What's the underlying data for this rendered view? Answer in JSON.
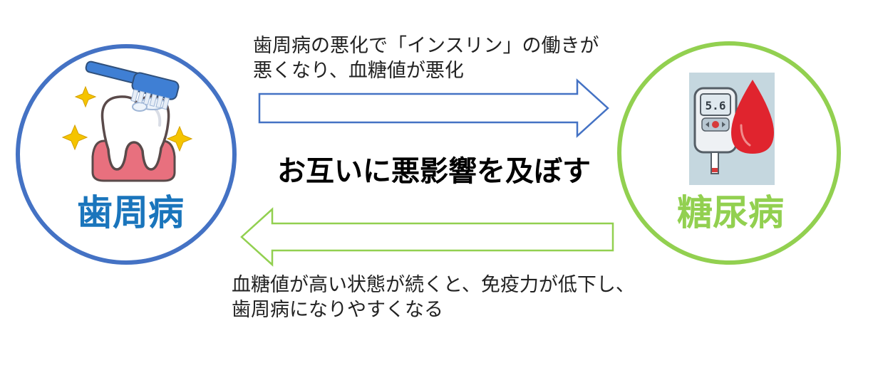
{
  "nodes": {
    "periodontal": {
      "label": "歯周病",
      "color": "#1a75bc",
      "ring_color": "#4472c4"
    },
    "diabetes": {
      "label": "糖尿病",
      "color": "#92d050",
      "ring_color": "#92d050"
    }
  },
  "arrows": {
    "top": {
      "line1": "歯周病の悪化で「インスリン」の働きが",
      "line2": "悪くなり、血糖値が悪化",
      "color": "#4472c4"
    },
    "bottom": {
      "line1": "血糖値が高い状態が続くと、免疫力が低下し、",
      "line2": "歯周病になりやすくなる",
      "color": "#92d050"
    }
  },
  "center_text": "お互いに悪影響を及ぼす",
  "meter": {
    "reading": "5.6"
  },
  "colors": {
    "tooth_gum": "#e8707e",
    "toothbrush": "#3f7fd4",
    "sparkle": "#f5c400",
    "blood_drop": "#e0242e",
    "meter_bg": "#c5d7df"
  },
  "icons": [
    "toothbrush-icon",
    "tooth-icon",
    "sparkle-icon",
    "glucose-meter-icon",
    "blood-drop-icon"
  ]
}
